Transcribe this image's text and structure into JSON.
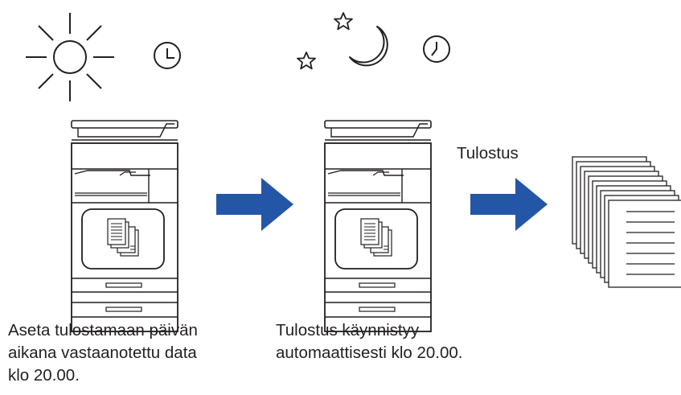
{
  "labels": {
    "arrow": "Tulostus"
  },
  "captions": {
    "left": [
      "Aseta tulostamaan päivän",
      "aikana vastaanotettu data",
      "klo 20.00."
    ],
    "middle": [
      "Tulostus käynnistyy",
      "automaattisesti klo 20.00."
    ]
  },
  "icons": [
    "sun-icon",
    "clock-icon",
    "star-icon",
    "moon-icon",
    "printer-icon",
    "arrow-icon",
    "paper-stack-icon"
  ],
  "colors": {
    "arrow": "#2356a6",
    "line": "#231f20"
  }
}
